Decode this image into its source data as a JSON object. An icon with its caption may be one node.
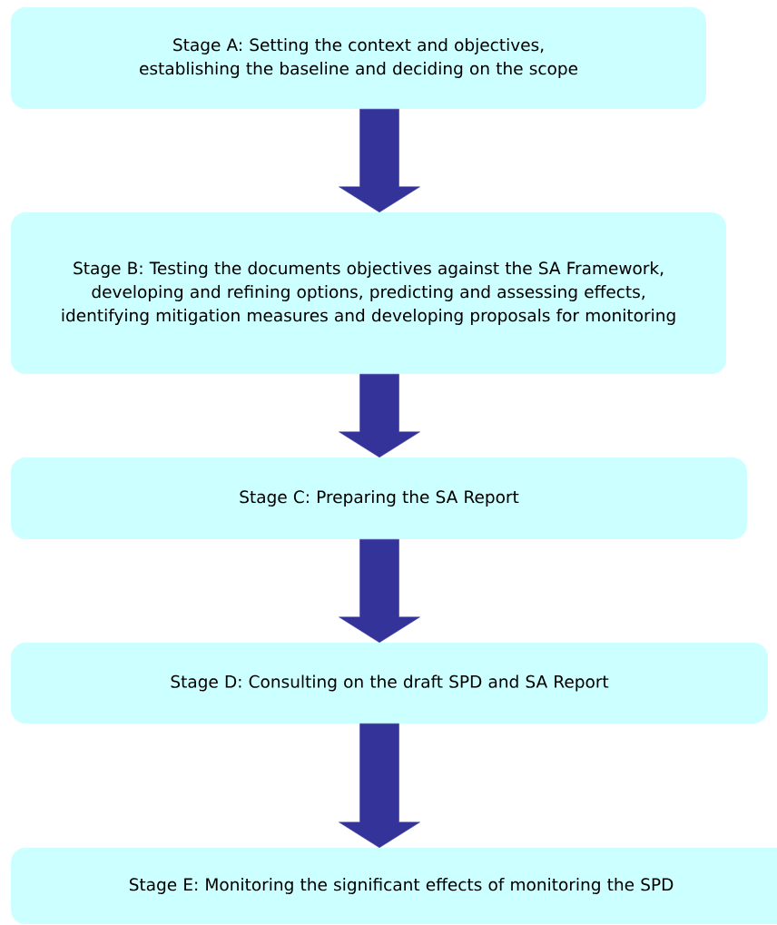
{
  "diagram": {
    "nodes": [
      {
        "text": [
          "Stage A: Setting the context and objectives, establishing the baseline and deciding on the scope"
        ]
      },
      {
        "text": [
          "Stage B: Testing the documents objectives against the SA Framework, developing and refining options, predicting and assessing effects, identifying mitigation measures and developing proposals for monitoring"
        ]
      },
      {
        "text": [
          "Stage C: Preparing the SA Report"
        ]
      },
      {
        "text": [
          "Stage D: Consulting on the draft SPD and SA Report"
        ]
      },
      {
        "text": [
          "Stage E: Monitoring the significant effects of monitoring the SPD"
        ]
      }
    ],
    "edges": [
      {
        "from": 0,
        "to": 1,
        "arrow": "to"
      },
      {
        "from": 1,
        "to": 2,
        "arrow": "to"
      },
      {
        "from": 2,
        "to": 3,
        "arrow": "to"
      },
      {
        "from": 3,
        "to": 4,
        "arrow": "to"
      }
    ]
  }
}
